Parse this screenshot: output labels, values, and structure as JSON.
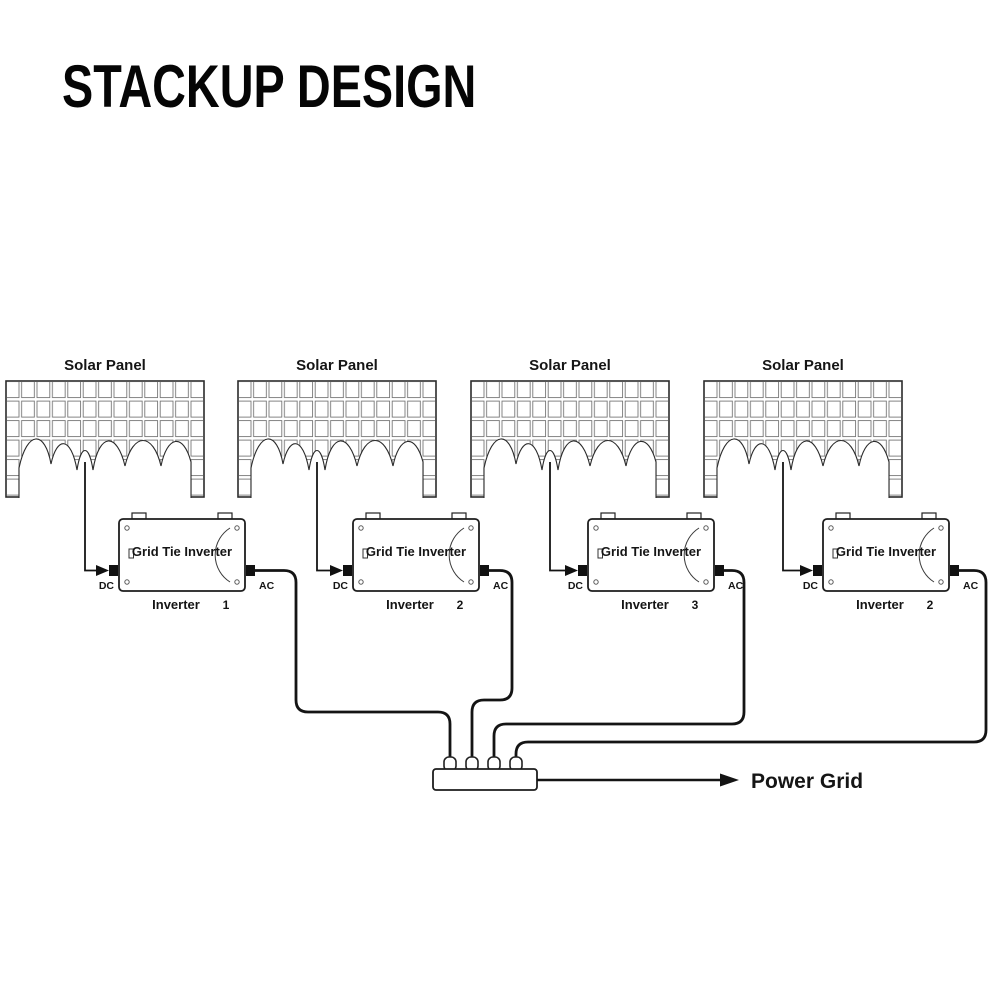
{
  "title": "STACKUP DESIGN",
  "panels": [
    {
      "label": "Solar Panel"
    },
    {
      "label": "Solar Panel"
    },
    {
      "label": "Solar Panel"
    },
    {
      "label": "Solar Panel"
    }
  ],
  "inverters": [
    {
      "label": "Grid Tie Inverter",
      "dc_label": "DC",
      "ac_label": "AC",
      "caption": "Inverter",
      "number": "1"
    },
    {
      "label": "Grid Tie Inverter",
      "dc_label": "DC",
      "ac_label": "AC",
      "caption": "Inverter",
      "number": "2"
    },
    {
      "label": "Grid Tie Inverter",
      "dc_label": "DC",
      "ac_label": "AC",
      "caption": "Inverter",
      "number": "3"
    },
    {
      "label": "Grid Tie Inverter",
      "dc_label": "DC",
      "ac_label": "AC",
      "caption": "Inverter",
      "number": "2"
    }
  ],
  "output": {
    "label": "Power Grid"
  },
  "colors": {
    "ink": "#141414",
    "background": "#ffffff"
  }
}
